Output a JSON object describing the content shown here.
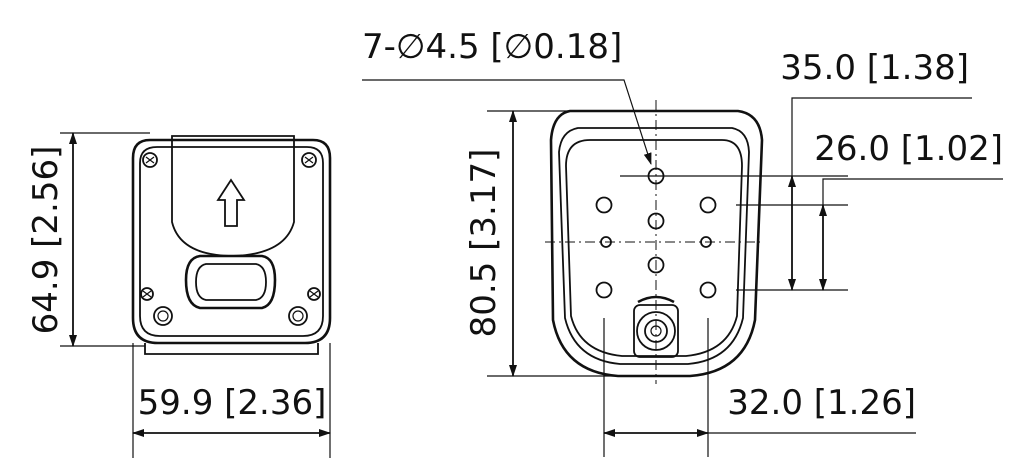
{
  "dimensions": {
    "height_left": "64.9 [2.56]",
    "width_left": "59.9 [2.36]",
    "height_right": "80.5 [3.17]",
    "holes": "7-∅4.5 [∅0.18]",
    "spacing_35": "35.0 [1.38]",
    "spacing_26": "26.0 [1.02]",
    "spacing_32": "32.0 [1.26]"
  },
  "icons": {
    "direction_arrow": "up-arrow-icon",
    "screws": "screw-icon"
  }
}
